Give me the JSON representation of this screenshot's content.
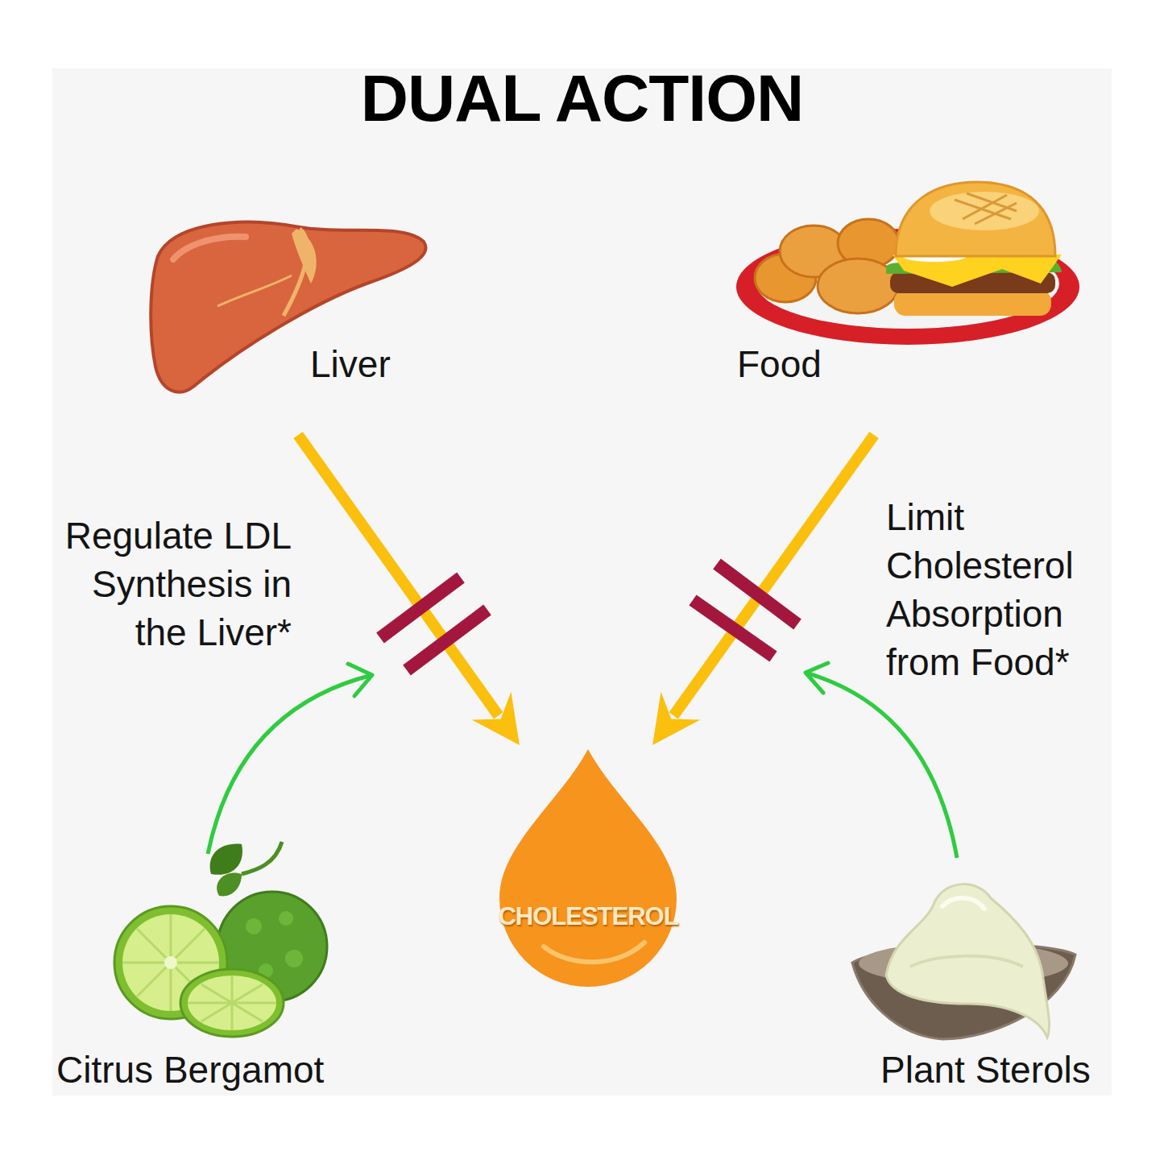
{
  "diagram": {
    "title": "DUAL ACTION",
    "nodes": [
      {
        "text": [
          "Liver"
        ]
      },
      {
        "text": [
          "Food"
        ]
      },
      {
        "text": [
          "CHOLESTEROL"
        ]
      },
      {
        "text": [
          "Citrus Bergamot"
        ]
      },
      {
        "text": [
          "Plant Sterols"
        ]
      }
    ],
    "edges": [
      {
        "from": 0,
        "to": 2,
        "label": "Regulate LDL Synthesis in the Liver*",
        "arrow": "to"
      },
      {
        "from": 1,
        "to": 2,
        "label": "Limit Cholesterol Absorption from Food*",
        "arrow": "to"
      }
    ]
  }
}
